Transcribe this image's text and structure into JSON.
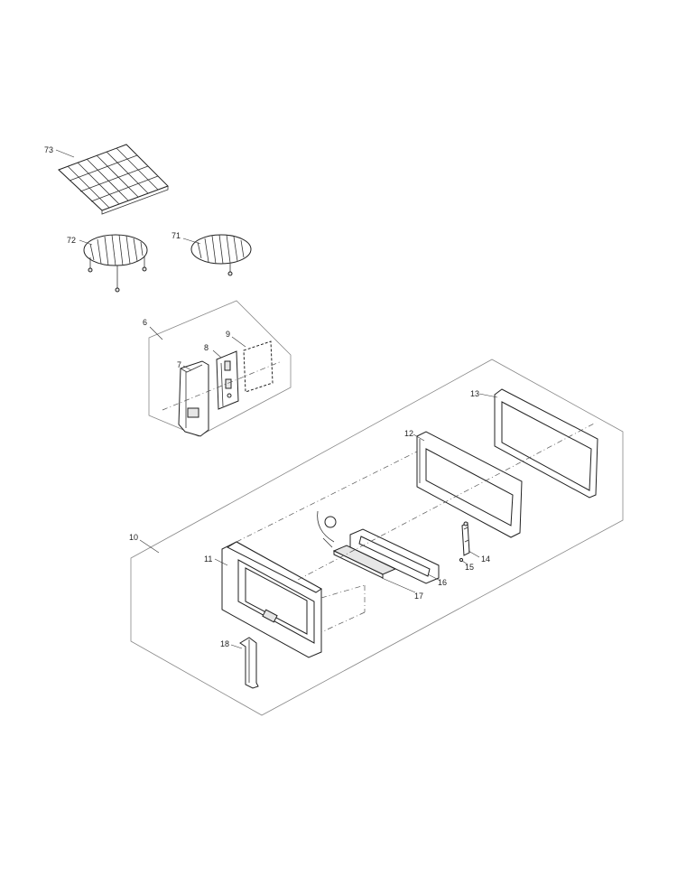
{
  "callouts": {
    "p73": "73",
    "p72": "72",
    "p71": "71",
    "p6": "6",
    "p7": "7",
    "p8": "8",
    "p9": "9",
    "p10": "10",
    "p11": "11",
    "p12": "12",
    "p13": "13",
    "p14": "14",
    "p15": "15",
    "p16": "16",
    "p17": "17",
    "p18": "18"
  }
}
